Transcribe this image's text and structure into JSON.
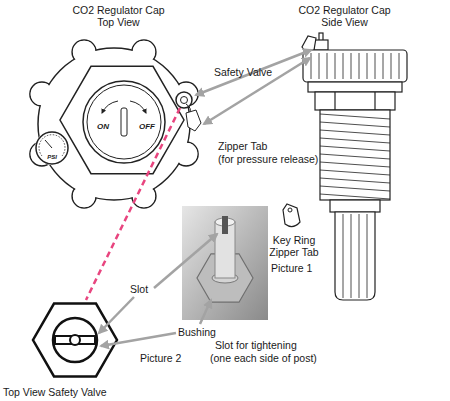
{
  "diagram": {
    "nodes": [
      {
        "text": [
          "ON",
          "OFF"
        ]
      },
      {
        "text": [
          "PSI"
        ]
      }
    ],
    "labels": [
      "CO2 Regulator Cap Top View",
      "CO2 Regulator Cap Side View",
      "Safety Valve",
      "Zipper Tab",
      "(for pressure release)",
      "Key Ring Zipper Tab",
      "Picture 1",
      "Slot",
      "Bushing",
      "Picture 2",
      "Slot for tightening",
      "(one each side of post)",
      "Top View Safety Valve"
    ]
  }
}
